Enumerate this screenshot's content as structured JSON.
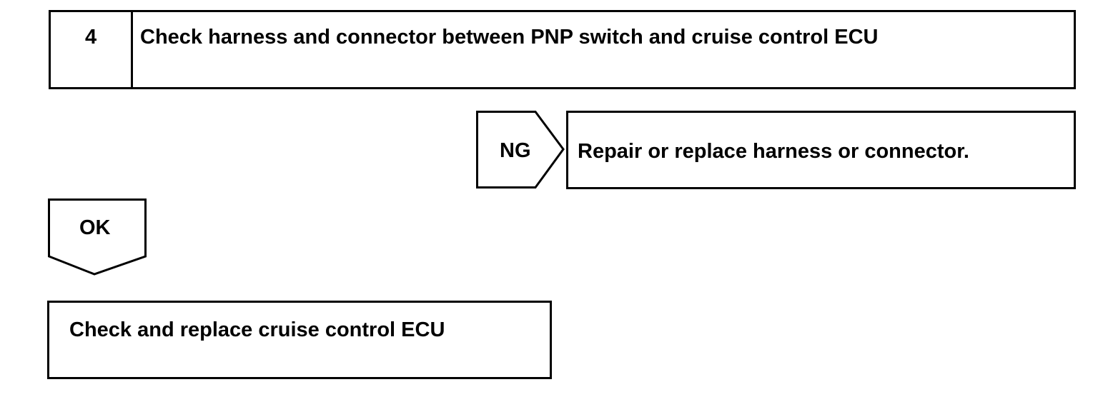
{
  "step": {
    "number": "4",
    "title": "Check harness and connector between PNP switch and cruise control ECU"
  },
  "ng_branch": {
    "label": "NG",
    "action": "Repair or replace harness or connector."
  },
  "ok_branch": {
    "label": "OK"
  },
  "final_step": {
    "text": "Check and replace cruise control ECU"
  },
  "colors": {
    "line": "#000000",
    "background": "#ffffff"
  }
}
